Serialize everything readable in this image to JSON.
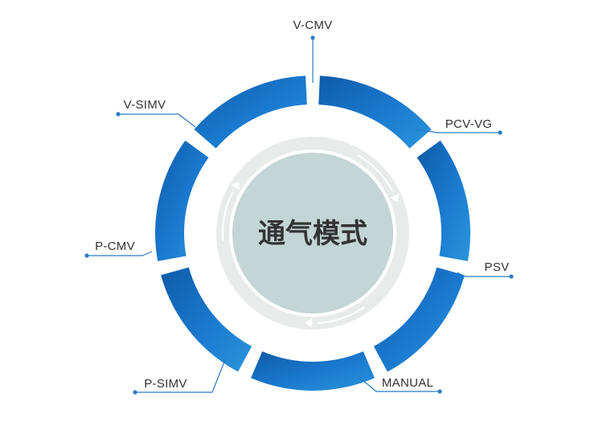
{
  "center": {
    "title": "通气模式",
    "fill_color": "#c4d5d6",
    "track_color": "#e9ebeb"
  },
  "ring": {
    "segment_count": 7,
    "gradient": [
      "#0f5ba8",
      "#1a7ad0",
      "#2b95dc"
    ]
  },
  "leader_color": "#2a7cc4",
  "modes": [
    {
      "label": "V-CMV"
    },
    {
      "label": "PCV-VG"
    },
    {
      "label": "PSV"
    },
    {
      "label": "MANUAL"
    },
    {
      "label": "P-SIMV"
    },
    {
      "label": "P-CMV"
    },
    {
      "label": "V-SIMV"
    }
  ]
}
